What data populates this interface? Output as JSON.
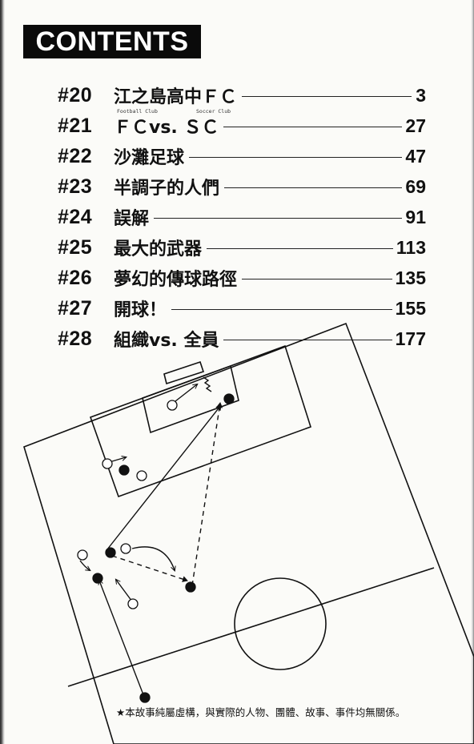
{
  "header": {
    "title": "CONTENTS"
  },
  "toc": [
    {
      "number": "#20",
      "title": "江之島高中ＦＣ",
      "page": "3"
    },
    {
      "number": "#21",
      "title": "ＦＣvs. ＳＣ",
      "page": "27",
      "label_left": "Football Club",
      "label_right": "Soccer Club"
    },
    {
      "number": "#22",
      "title": "沙灘足球",
      "page": "47"
    },
    {
      "number": "#23",
      "title": "半調子的人們",
      "page": "69"
    },
    {
      "number": "#24",
      "title": "誤解",
      "page": "91"
    },
    {
      "number": "#25",
      "title": "最大的武器",
      "page": "113"
    },
    {
      "number": "#26",
      "title": "夢幻的傳球路徑",
      "page": "135"
    },
    {
      "number": "#27",
      "title": "開球！",
      "page": "155"
    },
    {
      "number": "#28",
      "title": "組織vs. 全員",
      "page": "177"
    }
  ],
  "footer": {
    "disclaimer": "★本故事純屬虛構，與實際的人物、團體、故事、事件均無關係。"
  },
  "colors": {
    "ink": "#111111",
    "paper": "#fbfbf8",
    "title_bg": "#0a0a0a"
  }
}
